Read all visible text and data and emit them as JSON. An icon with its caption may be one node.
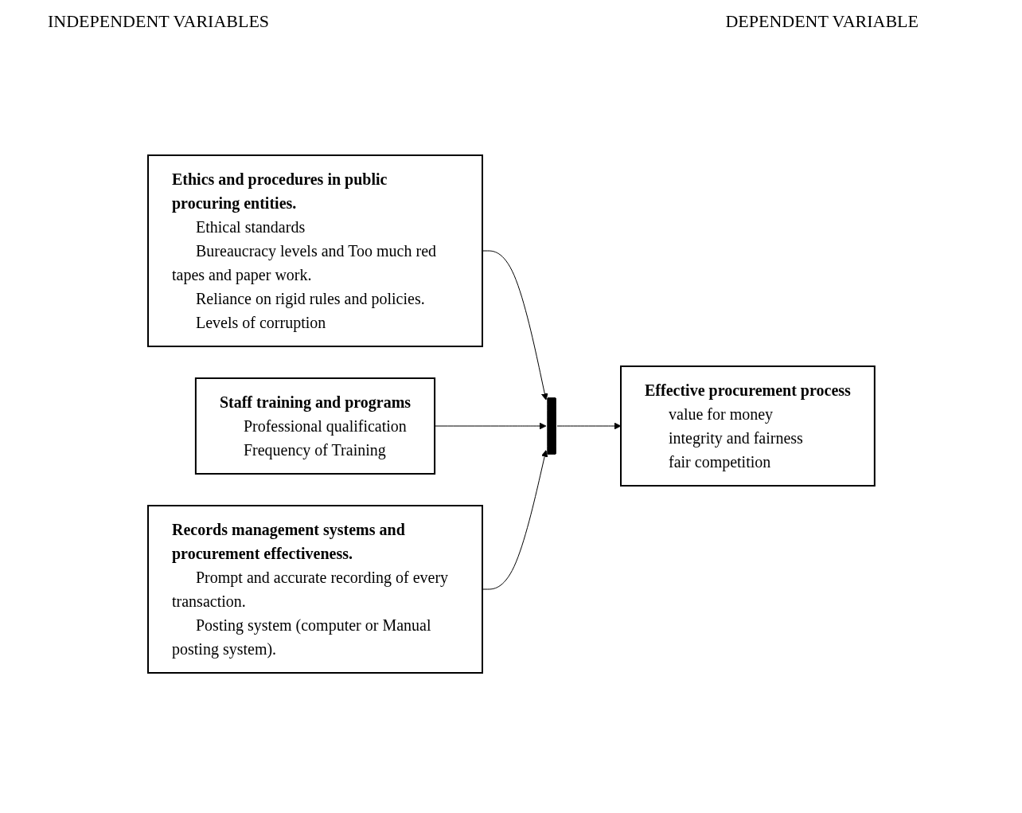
{
  "diagram": {
    "nodes": [
      {
        "text": [
          "Ethics and procedures in public procuring entities.",
          "Ethical standards",
          "Bureaucracy levels and Too much red tapes and paper work.",
          "Reliance on rigid rules and policies.",
          "Levels of corruption"
        ]
      },
      {
        "text": [
          "Staff training and programs",
          "Professional qualification",
          "Frequency of Training"
        ]
      },
      {
        "text": [
          "Records management systems and procurement effectiveness.",
          "Prompt and accurate recording of every transaction.",
          "Posting system (computer or Manual posting system)."
        ]
      },
      {
        "text": [
          "Effective procurement process",
          "value for money",
          "integrity and fairness",
          "fair competition"
        ]
      },
      {
        "text": [],
        "shape": "bar"
      }
    ],
    "edges": [
      {
        "from": 0,
        "to": 4,
        "arrow": "to"
      },
      {
        "from": 1,
        "to": 4,
        "arrow": "to"
      },
      {
        "from": 2,
        "to": 4,
        "arrow": "to"
      },
      {
        "from": 4,
        "to": 3,
        "arrow": "to"
      }
    ],
    "labels": [
      "INDEPENDENT VARIABLES",
      "DEPENDENT VARIABLE"
    ]
  }
}
